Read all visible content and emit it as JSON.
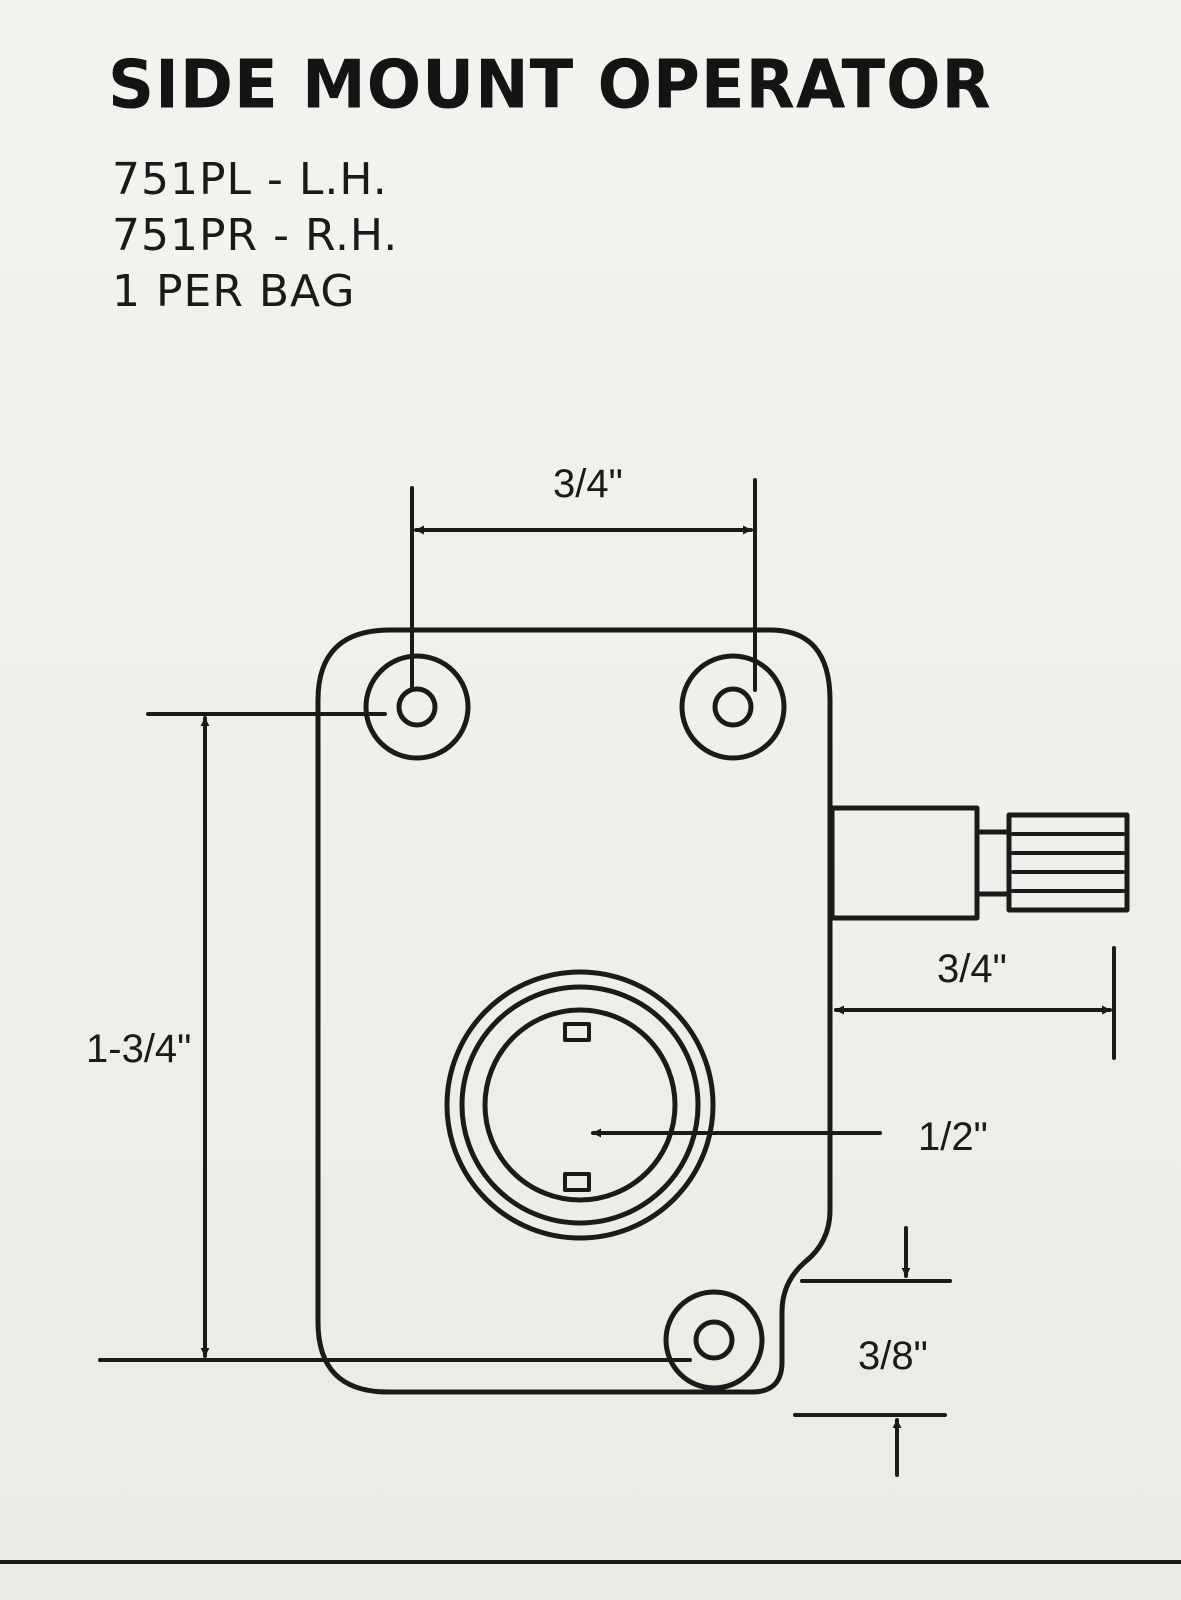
{
  "title": "SIDE MOUNT OPERATOR",
  "specs": [
    "751PL - L.H.",
    "751PR - R.H.",
    "1 PER BAG"
  ],
  "dimensions": {
    "top_hole_spacing": "3/4\"",
    "height": "1-3/4\"",
    "shaft_length": "3/4\"",
    "center_bore": "1/2\"",
    "bottom_offset": "3/8\""
  },
  "colors": {
    "ink": "#1a1a1a",
    "paper": "#f3f2ee"
  }
}
